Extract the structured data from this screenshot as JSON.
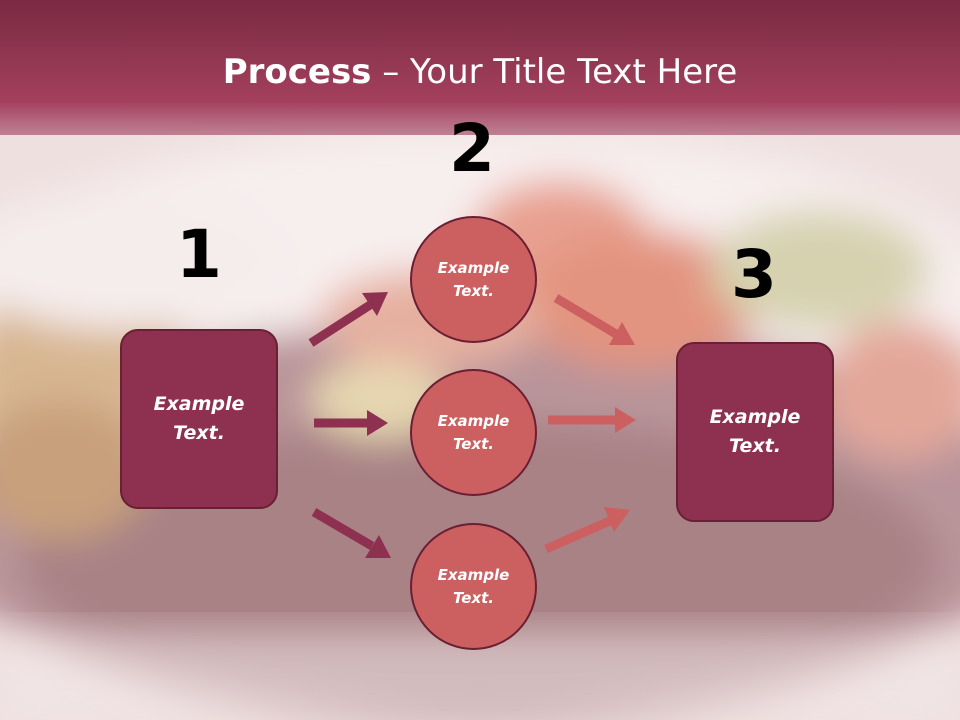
{
  "title": {
    "bold": "Process",
    "rest": " – Your Title Text Here"
  },
  "numbers": [
    "1",
    "2",
    "3"
  ],
  "left_box": {
    "line1": "Example",
    "line2": "Text."
  },
  "right_box": {
    "line1": "Example",
    "line2": "Text."
  },
  "circles": [
    {
      "line1": "Example",
      "line2": "Text."
    },
    {
      "line1": "Example",
      "line2": "Text."
    },
    {
      "line1": "Example",
      "line2": "Text."
    }
  ],
  "colors": {
    "box_fill": "#8e3050",
    "circle_fill": "#cc6060",
    "arrow_dark": "#8e3050",
    "arrow_light": "#cc6060",
    "header": "#8a2f4c"
  }
}
